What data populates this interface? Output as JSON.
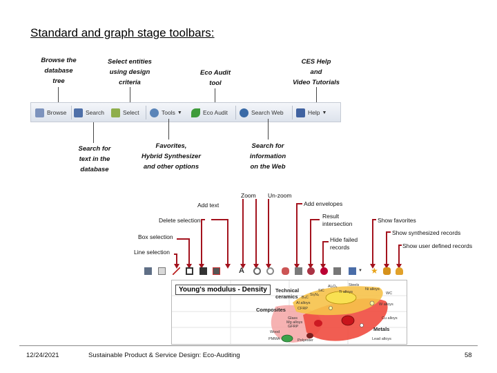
{
  "slide_title": "Standard and graph stage toolbars:",
  "top_callouts": {
    "browse": [
      "Browse the",
      "database",
      "tree"
    ],
    "select": [
      "Select entities",
      "using design",
      "criteria"
    ],
    "eco": [
      "Eco Audit",
      "tool"
    ],
    "help": [
      "CES Help",
      "and",
      "Video Tutorials"
    ]
  },
  "bottom_callouts": {
    "search": [
      "Search for",
      "text in the",
      "database"
    ],
    "tools": [
      "Favorites,",
      "Hybrid Synthesizer",
      "and other options"
    ],
    "web": [
      "Search for",
      "information",
      "on the Web"
    ]
  },
  "toolbar": {
    "browse": "Browse",
    "search": "Search",
    "select": "Select",
    "tools": "Tools",
    "eco_audit": "Eco Audit",
    "search_web": "Search Web",
    "help": "Help"
  },
  "graph_labels": {
    "zoom": "Zoom",
    "unzoom": "Un-zoom",
    "add_text": "Add text",
    "add_envelopes": "Add envelopes",
    "delete_selection": "Delete selection",
    "result_intersection": [
      "Result",
      "intersection"
    ],
    "show_favorites": "Show favorites",
    "show_synth": "Show synthesized records",
    "box_selection": "Box selection",
    "hide_failed": [
      "Hide failed",
      "records"
    ],
    "show_user": "Show user defined records",
    "line_selection": "Line selection"
  },
  "chart": {
    "title": "Young's modulus - Density",
    "labels": {
      "technical": [
        "Technical",
        "ceramics"
      ],
      "composites": "Composites",
      "metals": "Metals",
      "steels": "Steels",
      "ni_alloys": "Ni alloys",
      "wc": "WC",
      "w_alloys": "W alloys",
      "cu_alloys": "Cu alloys",
      "lead_alloys": "Lead alloys",
      "al2o3": "Al₂O₃",
      "sic": "SiC",
      "si3n4": "Si₃N₄",
      "ti_alloys": "Ti alloys",
      "al_alloys": "Al alloys",
      "b4c": "B₄C",
      "cfrp": "CFRP",
      "glass": "Glass",
      "mg_alloys": "Mg alloys",
      "gfrp": "GFRP",
      "wood": "Wood",
      "pmma": "PMMA",
      "polyester": "Polyester"
    }
  },
  "footer": {
    "date": "12/24/2021",
    "center": "Sustainable Product & Service Design: Eco-Auditing",
    "page": "58"
  },
  "colors": {
    "arrow": "#a3121d",
    "ceramics_fill": "#f6c24a",
    "metals_fill": "#ef4b3f",
    "composites_fill": "#f4a4a4"
  }
}
